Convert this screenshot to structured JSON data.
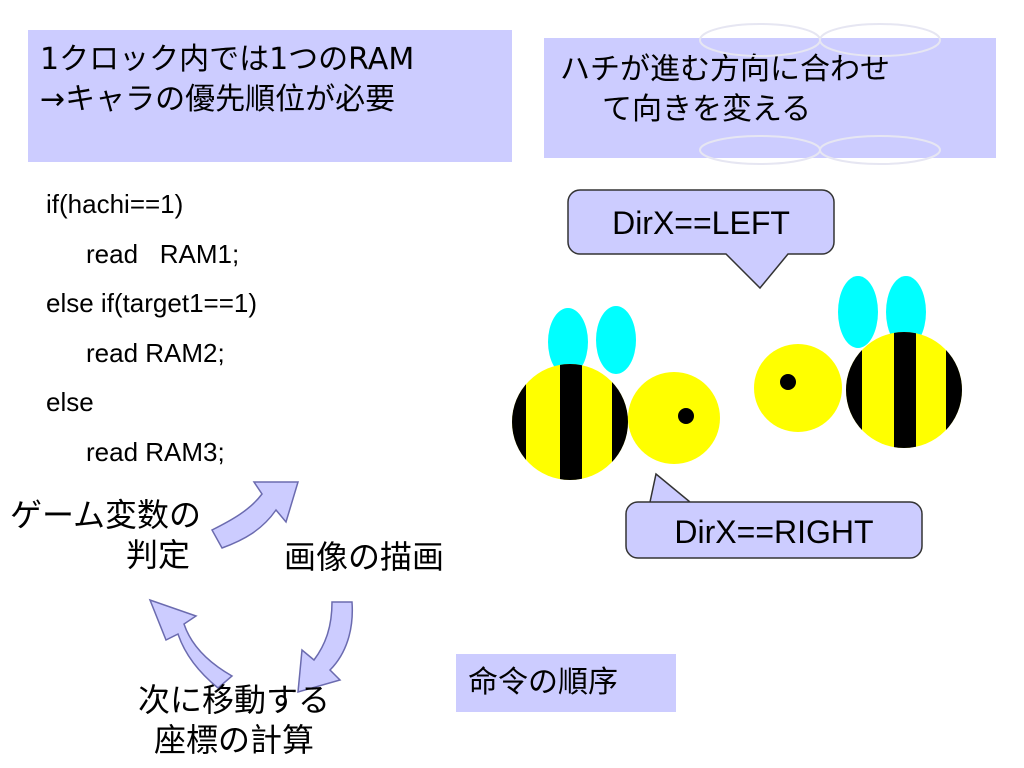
{
  "top_left_box": {
    "line1": "1クロック内では1つのRAM",
    "line2": "→キャラの優先順位が必要"
  },
  "top_right_box": {
    "line1": "ハチが進む方向に合わせ",
    "line2": "て向きを変える"
  },
  "code": {
    "lines": [
      "if(hachi==1)",
      "read   RAM1;",
      "else if(target1==1)",
      "read RAM2;",
      "else",
      "read RAM3;"
    ]
  },
  "callouts": {
    "left": "DirX==LEFT",
    "right": "DirX==RIGHT"
  },
  "cycle": {
    "judge_line1": "ゲーム変数の",
    "judge_line2": "判定",
    "draw": "画像の描画",
    "calc_line1": "次に移動する",
    "calc_line2": "座標の計算"
  },
  "order_box": "命令の順序",
  "colors": {
    "box_fill": "#ccccff",
    "bee_yellow": "#ffff00",
    "bee_wing": "#00ffff",
    "stripe": "#000000",
    "arrow_fill": "#ccccff",
    "arrow_stroke": "#6b6baf"
  }
}
